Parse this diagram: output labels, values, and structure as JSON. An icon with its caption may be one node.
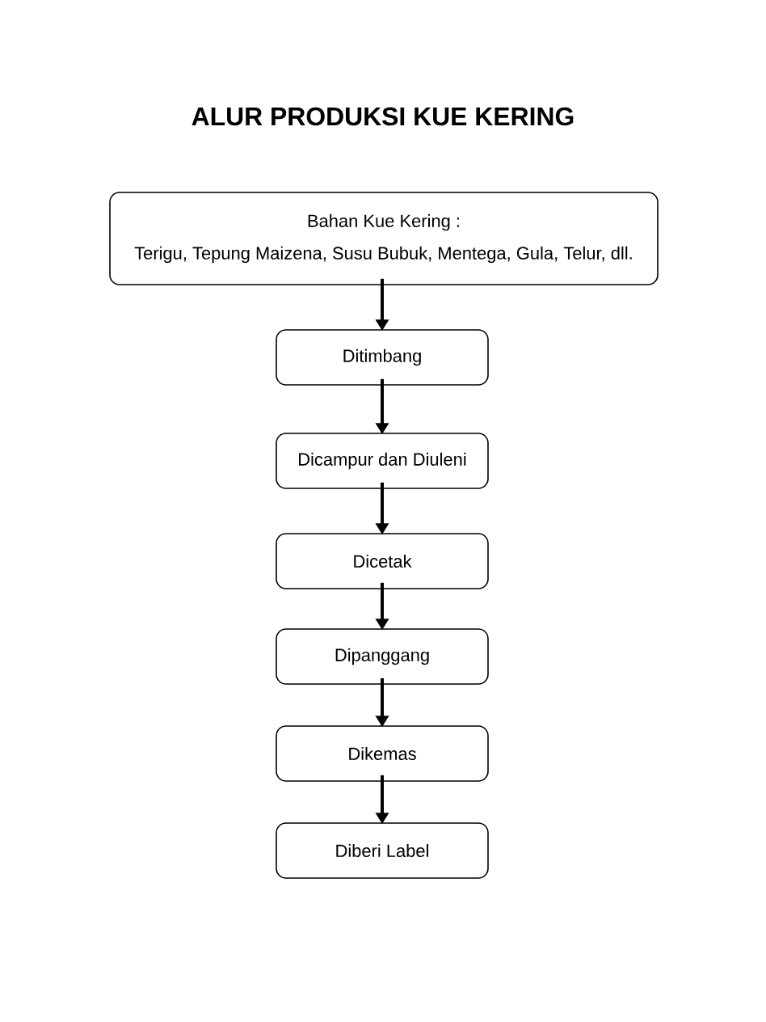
{
  "diagram": {
    "title": "ALUR PRODUKSI KUE KERING",
    "nodes": [
      {
        "text": [
          "Bahan Kue Kering :",
          "Terigu, Tepung Maizena, Susu Bubuk, Mentega, Gula, Telur, dll."
        ]
      },
      {
        "text": [
          "Ditimbang"
        ]
      },
      {
        "text": [
          "Dicampur dan Diuleni"
        ]
      },
      {
        "text": [
          "Dicetak"
        ]
      },
      {
        "text": [
          "Dipanggang"
        ]
      },
      {
        "text": [
          "Dikemas"
        ]
      },
      {
        "text": [
          "Diberi Label"
        ]
      }
    ],
    "edges": [
      {
        "from": 0,
        "to": 1,
        "arrow": "to"
      },
      {
        "from": 1,
        "to": 2,
        "arrow": "to"
      },
      {
        "from": 2,
        "to": 3,
        "arrow": "to"
      },
      {
        "from": 3,
        "to": 4,
        "arrow": "to"
      },
      {
        "from": 4,
        "to": 5,
        "arrow": "to"
      },
      {
        "from": 5,
        "to": 6,
        "arrow": "to"
      }
    ]
  }
}
